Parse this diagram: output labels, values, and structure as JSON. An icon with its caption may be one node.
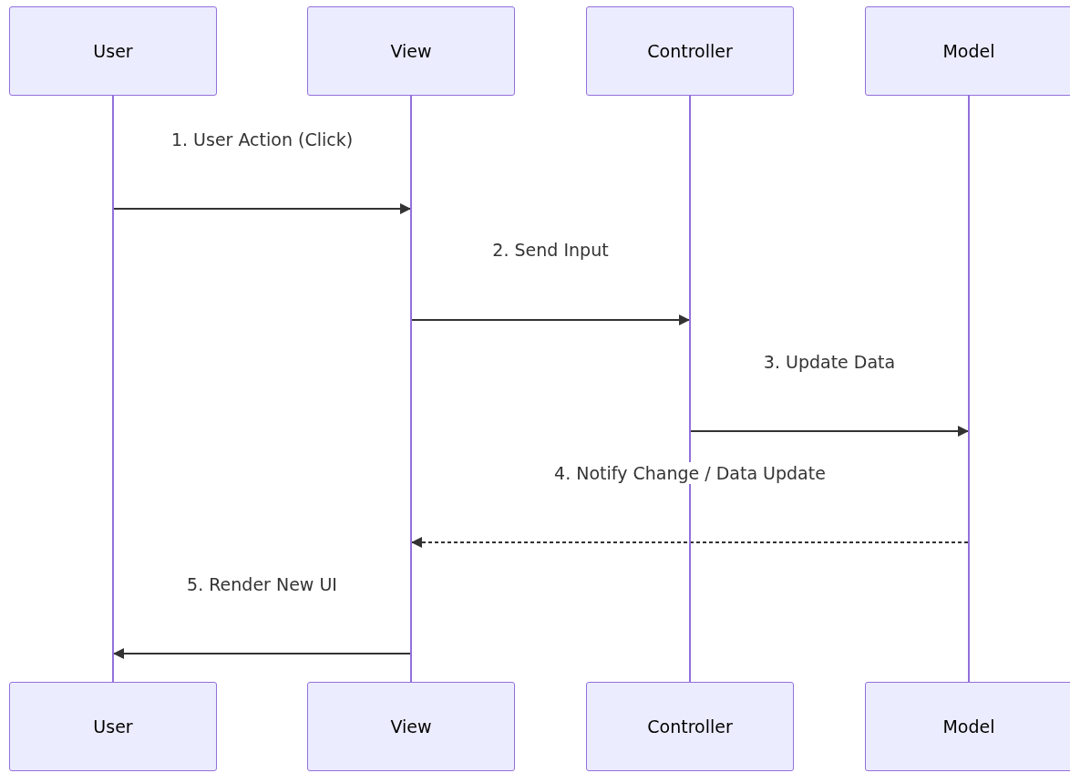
{
  "diagram": {
    "nodes": [
      {
        "text": [
          "User"
        ]
      },
      {
        "text": [
          "View"
        ]
      },
      {
        "text": [
          "Controller"
        ]
      },
      {
        "text": [
          "Model"
        ]
      },
      {
        "text": [
          "User"
        ]
      },
      {
        "text": [
          "View"
        ]
      },
      {
        "text": [
          "Controller"
        ]
      },
      {
        "text": [
          "Model"
        ]
      },
      {
        "text": [],
        "shape": "bar"
      },
      {
        "text": [],
        "shape": "bar"
      },
      {
        "text": [],
        "shape": "bar"
      },
      {
        "text": [],
        "shape": "bar"
      }
    ],
    "edges": [
      {
        "from": 8,
        "to": 9,
        "arrow": "to",
        "label": "1. User Action (Click)"
      },
      {
        "from": 9,
        "to": 10,
        "arrow": "to",
        "label": "2. Send Input"
      },
      {
        "from": 10,
        "to": 11,
        "arrow": "to",
        "label": "3. Update Data"
      },
      {
        "from": 11,
        "to": 9,
        "arrow": "to",
        "label": "4. Notify Change / Data Update",
        "style": "dashed"
      },
      {
        "from": 9,
        "to": 8,
        "arrow": "to",
        "label": "5. Render New UI"
      }
    ]
  }
}
